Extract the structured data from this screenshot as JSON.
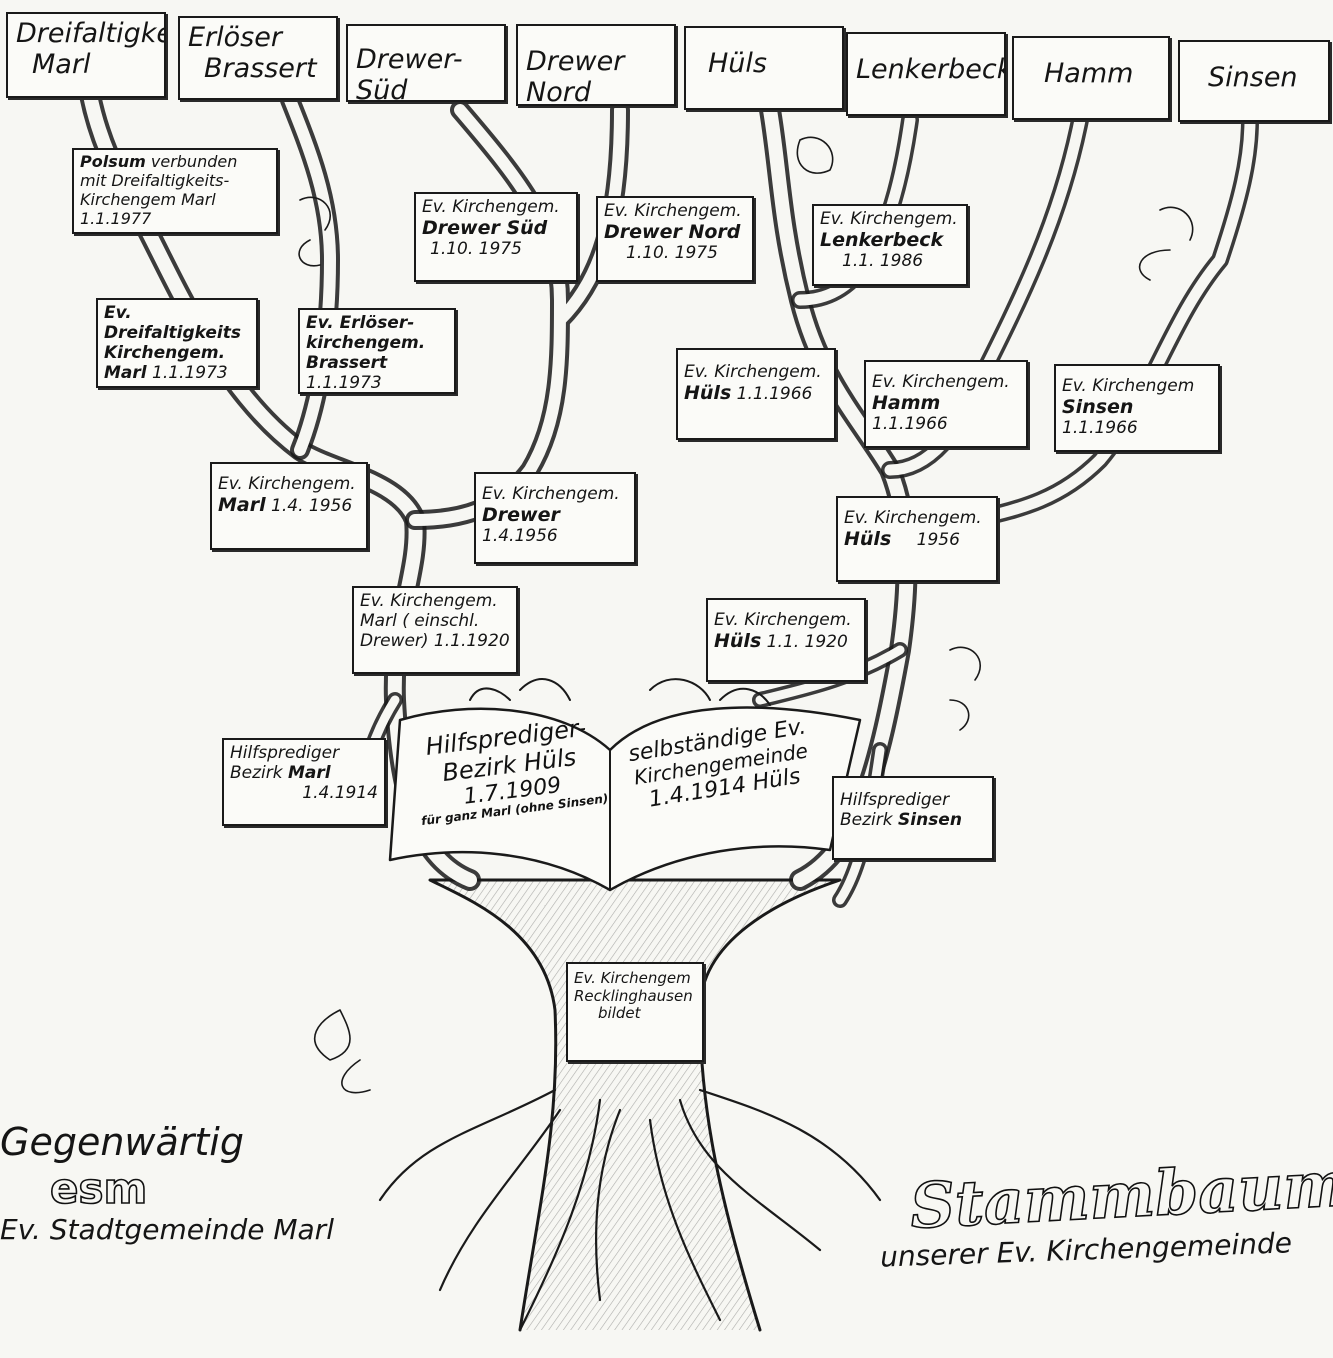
{
  "top_row": [
    {
      "id": "dreifaltigkeit",
      "line1": "Dreifaltigkeit",
      "line2": "Marl"
    },
    {
      "id": "erloeser",
      "line1": "Erlöser",
      "line2": "Brassert"
    },
    {
      "id": "drewer-sued",
      "line1": "Drewer-Süd",
      "line2": ""
    },
    {
      "id": "drewer-nord",
      "line1": "Drewer Nord",
      "line2": ""
    },
    {
      "id": "huels",
      "line1": "Hüls",
      "line2": ""
    },
    {
      "id": "lenkerbeck",
      "line1": "Lenkerbeck",
      "line2": ""
    },
    {
      "id": "hamm",
      "line1": "Hamm",
      "line2": ""
    },
    {
      "id": "sinsen",
      "line1": "Sinsen",
      "line2": ""
    }
  ],
  "nodes": {
    "polsum": {
      "bold": "Polsum",
      "l1": " verbunden",
      "l2": "mit Dreifaltigkeits-",
      "l3": "Kirchengem Marl 1.1.1977"
    },
    "drewer_sued_1975": {
      "l1": "Ev. Kirchengem.",
      "bold": "Drewer Süd",
      "l3": "1.10. 1975"
    },
    "drewer_nord_1975": {
      "l1": "Ev. Kirchengem.",
      "bold": "Drewer Nord",
      "l3": "1.10. 1975"
    },
    "lenkerbeck_1986": {
      "l1": "Ev. Kirchengem.",
      "bold": "Lenkerbeck",
      "l3": "1.1. 1986"
    },
    "dreifaltigkeit_1973": {
      "bold1": "Ev. Dreifaltigkeits",
      "bold2": "Kirchengem.",
      "l3a": "Marl",
      "l3b": " 1.1.1973"
    },
    "erloeser_1973": {
      "bold1": "Ev. Erlöser-",
      "bold2": "kirchengem.",
      "l3a": "Brassert",
      "l3b": " 1.1.1973"
    },
    "huels_1966": {
      "l1": "Ev. Kirchengem.",
      "bold": "Hüls",
      "l3": " 1.1.1966"
    },
    "hamm_1966": {
      "l1": "Ev. Kirchengem.",
      "bold": "Hamm",
      "l3": " 1.1.1966"
    },
    "sinsen_1966": {
      "l1": "Ev. Kirchengem",
      "bold": "Sinsen",
      "l3": " 1.1.1966"
    },
    "marl_1956": {
      "l1": "Ev. Kirchengem.",
      "bold": "Marl",
      "l3": " 1.4. 1956"
    },
    "drewer_1956": {
      "l1": "Ev. Kirchengem.",
      "bold": "Drewer",
      "l3": " 1.4.1956"
    },
    "huels_1956": {
      "l1": "Ev. Kirchengem.",
      "bold": "Hüls",
      "l3": " 1956"
    },
    "marl_1920": {
      "l1": "Ev. Kirchengem.",
      "l2": "Marl ( einschl.",
      "l3": "Drewer) 1.1.1920"
    },
    "huels_1920": {
      "l1": "Ev. Kirchengem.",
      "bold": "Hüls",
      "l3": " 1.1. 1920"
    },
    "marl_1914": {
      "l1": "Hilfsprediger",
      "l2a": "Bezirk ",
      "bold": "Marl",
      "l3": "1.4.1914"
    },
    "sinsen_bezirk": {
      "l1": "Hilfsprediger",
      "l2a": "Bezirk ",
      "bold": "Sinsen"
    },
    "recklinghausen": {
      "l1": "Ev. Kirchengem",
      "l2": "Recklinghausen",
      "l3": "bildet"
    }
  },
  "book": {
    "left_l1": "Hilfsprediger-",
    "left_l2": "Bezirk Hüls",
    "left_l3": "1.7.1909",
    "left_l4": "für ganz Marl (ohne Sinsen)",
    "right_l1": "selbständige Ev.",
    "right_l2": "Kirchengemeinde",
    "right_l3": "1.4.1914 Hüls"
  },
  "legend_left": {
    "line1": "Gegenwärtig",
    "line2": "esm",
    "line3": "Ev. Stadtgemeinde Marl"
  },
  "legend_right": {
    "line1": "Stammbaum",
    "line2": "unserer Ev. Kirchengemeinde"
  },
  "colors": {
    "ink": "#1a1a1a",
    "paper": "#f7f7f3"
  }
}
